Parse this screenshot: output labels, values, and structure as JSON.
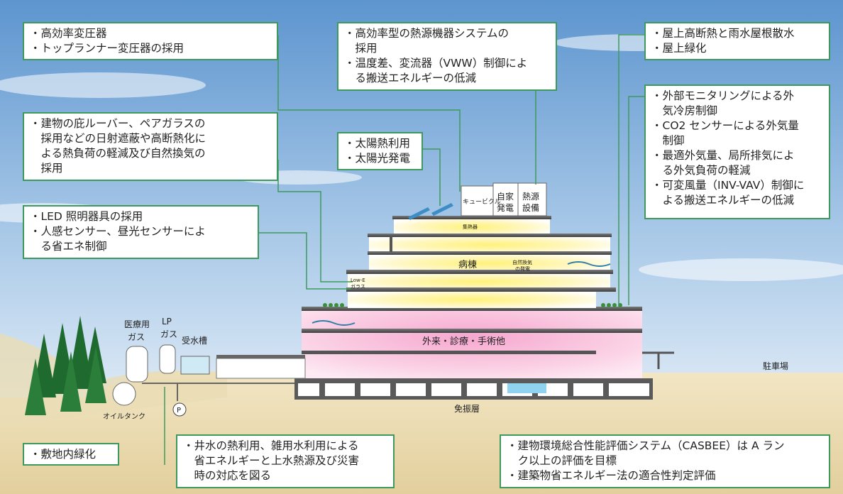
{
  "callouts": {
    "transformer": [
      "・高効率変圧器",
      "・トップランナー変圧器の採用"
    ],
    "heat_source": [
      "・高効率型の熱源機器システムの",
      "　採用",
      "・温度差、変流器（VWW）制御によ",
      "　る搬送エネルギーの低減"
    ],
    "roof": [
      "・屋上高断熱と雨水屋根散水",
      "・屋上緑化"
    ],
    "shading": [
      "・建物の庇ルーバー、ペアガラスの",
      "　採用などの日射遮蔽や高断熱化に",
      "　よる熱負荷の軽減及び自然換気の",
      "　採用"
    ],
    "solar": [
      "・太陽熱利用",
      "・太陽光発電"
    ],
    "outdoor_air": [
      "・外部モニタリングによる外",
      "　気冷房制御",
      "・CO2 センサーによる外気量",
      "　制御",
      "・最適外気量、局所排気によ",
      "　る外気負荷の軽減",
      "・可変風量（INV-VAV）制御に",
      "　よる搬送エネルギーの低減"
    ],
    "lighting": [
      "・LED 照明器具の採用",
      "・人感センサー、昼光センサーによ",
      "　る省エネ制御"
    ],
    "greening": [
      "・敷地内緑化"
    ],
    "well_water": [
      "・井水の熱利用、雑用水利用による",
      "　省エネルギーと上水熱源及び災害",
      "　時の対応を図る"
    ],
    "casbee": [
      "・建物環境総合性能評価システム（CASBEE）は A ラン",
      "　ク以上の評価を目標",
      "・建築物省エネルギー法の適合性判定評価"
    ]
  },
  "labels": {
    "cubicle": "キュービクル",
    "private_power": [
      "自家",
      "発電"
    ],
    "heat_equipment": [
      "熱源",
      "設備"
    ],
    "solar_heat_small": "集熱器",
    "ward": "病棟",
    "natural_vent": [
      "自然換気",
      "の発電"
    ],
    "lowe": [
      "Low-E",
      "ガラス"
    ],
    "outpatient": "外来・診療・手術他",
    "medical_gas": [
      "医療用",
      "ガス"
    ],
    "lp_gas": [
      "LP",
      "ガス"
    ],
    "water_tank": "受水槽",
    "oil_tank": "オイルタンク",
    "pump": "P",
    "base_isolation": "免振層",
    "parking": "駐車場"
  },
  "colors": {
    "callout_border": "#3e9a5c",
    "leader_line": "#3e9a5c",
    "sky_top": "#5d95cf",
    "ground": "#e8d6a8"
  }
}
